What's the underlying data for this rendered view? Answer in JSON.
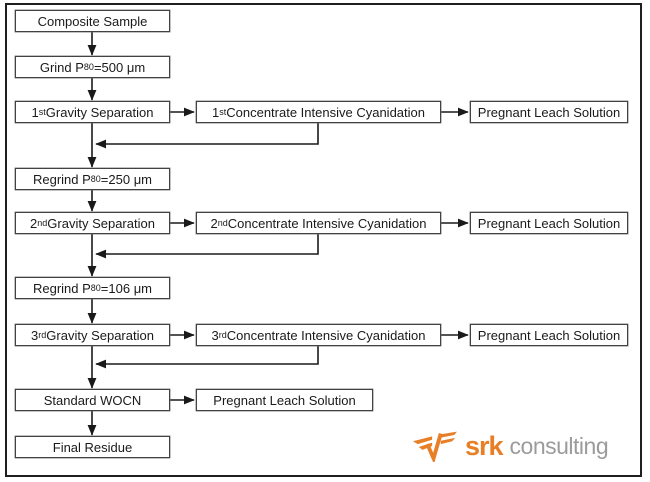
{
  "window": {
    "background_color": "#ffffff",
    "frame_color": "#1f1f1f"
  },
  "flowchart": {
    "edge_color": "#1a1a1a",
    "box_border_color": "#424242",
    "nodes": [
      {
        "id": "composite-sample",
        "text": "Composite Sample"
      },
      {
        "id": "grind-500",
        "pre": "Grind P",
        "sub": "80",
        "post": "=500 μm"
      },
      {
        "id": "gravity-1",
        "pre": "1",
        "sup": "st",
        "post": " Gravity Separation"
      },
      {
        "id": "cyanidation-1",
        "pre": "1",
        "sup": "st",
        "post": " Concentrate Intensive Cyanidation"
      },
      {
        "id": "pls-1",
        "text": "Pregnant Leach Solution"
      },
      {
        "id": "regrind-250",
        "pre": "Regrind P",
        "sub": "80",
        "post": "=250 μm"
      },
      {
        "id": "gravity-2",
        "pre": "2",
        "sup": "nd",
        "post": " Gravity Separation"
      },
      {
        "id": "cyanidation-2",
        "pre": "2",
        "sup": "nd",
        "post": " Concentrate Intensive Cyanidation"
      },
      {
        "id": "pls-2",
        "text": "Pregnant Leach Solution"
      },
      {
        "id": "regrind-106",
        "pre": "Regrind P",
        "sub": "80",
        "post": "=106 μm"
      },
      {
        "id": "gravity-3",
        "pre": "3",
        "sup": "rd",
        "post": " Gravity Separation"
      },
      {
        "id": "cyanidation-3",
        "pre": "3",
        "sup": "rd",
        "post": " Concentrate Intensive Cyanidation"
      },
      {
        "id": "pls-3",
        "text": "Pregnant Leach Solution"
      },
      {
        "id": "standard-wocn",
        "text": "Standard WOCN"
      },
      {
        "id": "pls-4",
        "text": "Pregnant Leach Solution"
      },
      {
        "id": "final-residue",
        "text": "Final Residue"
      }
    ],
    "edges": [
      {
        "from": "composite-sample",
        "to": "grind-500"
      },
      {
        "from": "grind-500",
        "to": "gravity-1"
      },
      {
        "from": "gravity-1",
        "to": "cyanidation-1"
      },
      {
        "from": "cyanidation-1",
        "to": "pls-1"
      },
      {
        "from": "cyanidation-1",
        "to": "regrind-250"
      },
      {
        "from": "gravity-1",
        "to": "regrind-250"
      },
      {
        "from": "regrind-250",
        "to": "gravity-2"
      },
      {
        "from": "gravity-2",
        "to": "cyanidation-2"
      },
      {
        "from": "cyanidation-2",
        "to": "pls-2"
      },
      {
        "from": "cyanidation-2",
        "to": "regrind-106"
      },
      {
        "from": "gravity-2",
        "to": "regrind-106"
      },
      {
        "from": "regrind-106",
        "to": "gravity-3"
      },
      {
        "from": "gravity-3",
        "to": "cyanidation-3"
      },
      {
        "from": "cyanidation-3",
        "to": "pls-3"
      },
      {
        "from": "cyanidation-3",
        "to": "standard-wocn"
      },
      {
        "from": "gravity-3",
        "to": "standard-wocn"
      },
      {
        "from": "standard-wocn",
        "to": "pls-4"
      },
      {
        "from": "standard-wocn",
        "to": "final-residue"
      }
    ]
  },
  "logo": {
    "brand": "srk",
    "word": "consulting",
    "brand_color": "#e87e26",
    "word_color": "#9b9b9b"
  }
}
